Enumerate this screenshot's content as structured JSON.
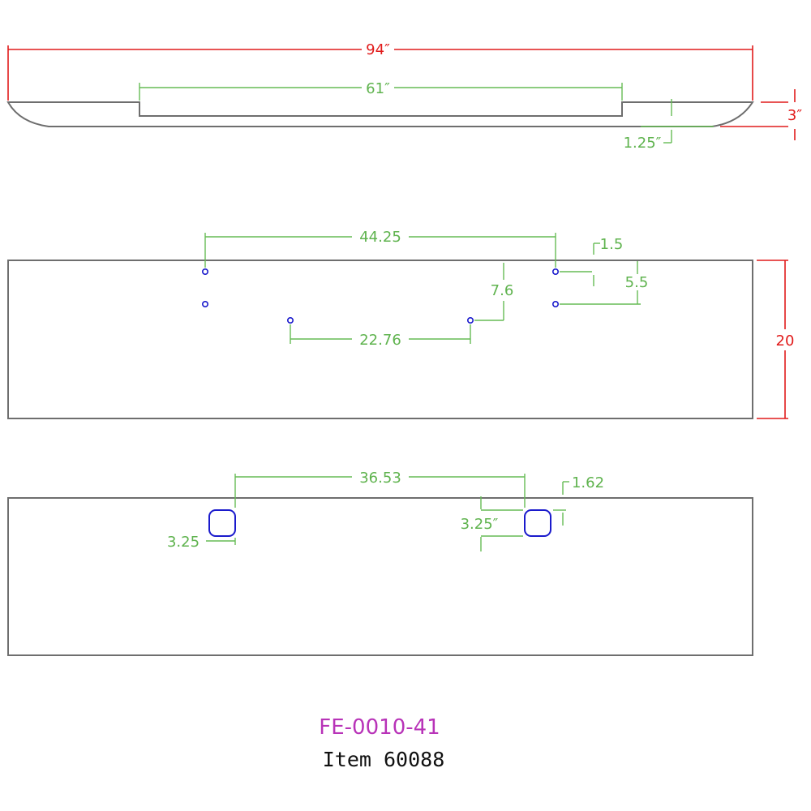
{
  "colors": {
    "outline": "#6e6e6e",
    "dimension_green": "#66bb55",
    "overall_red": "#e11b1b",
    "hole_blue": "#1a1acc",
    "part_number_magenta": "#b833b8"
  },
  "top_view": {
    "overall_length": "94″",
    "recess_length": "61″",
    "height": "3″",
    "recess_depth": "1.25″"
  },
  "front_view": {
    "upper_hole_spacing": "44.25",
    "lower_hole_spacing": "22.76",
    "hole_offset_vertical": "7.6",
    "edge_to_hole": "1.5",
    "hole_pitch": "5.5",
    "height": "20"
  },
  "bottom_view": {
    "slot_spacing": "36.53",
    "slot_width_left": "3.25",
    "slot_width_right": "3.25″",
    "edge_to_slot": "1.62"
  },
  "title_block": {
    "part_number": "FE-0010-41",
    "item_number": "Item 60088"
  }
}
